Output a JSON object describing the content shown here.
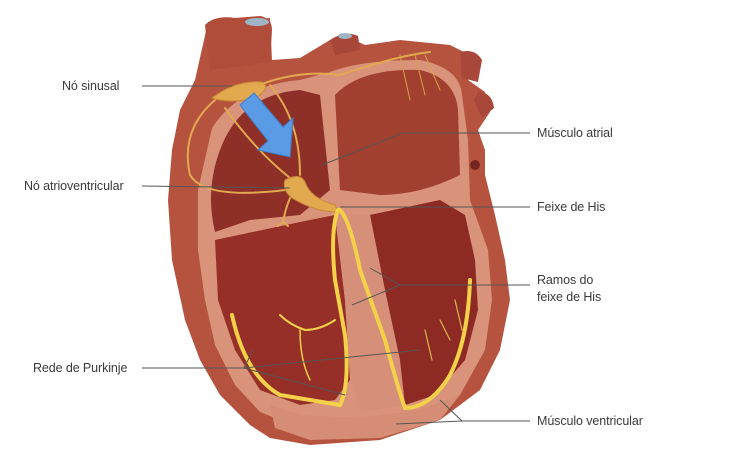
{
  "diagram": {
    "subject": "heart-conduction-system",
    "colors": {
      "background": "#ffffff",
      "heart_outer": "#b5533f",
      "heart_inner_wall": "#d9937a",
      "chamber_dark": "#8e2f28",
      "conduction_yellow": "#f3d24a",
      "node_tan": "#e2a94e",
      "arrow_blue": "#5a9be6",
      "leader_line": "#555555",
      "label_text": "#3a3a3a"
    },
    "labels": {
      "sinus_node": "Nó sinusal",
      "av_node": "Nó atrioventricular",
      "purkinje": "Rede de Purkinje",
      "atrial_muscle": "Músculo atrial",
      "bundle_his": "Feixe de His",
      "bundle_branches_line1": "Ramos do",
      "bundle_branches_line2": "feixe de His",
      "ventricular_muscle": "Músculo ventricular"
    }
  }
}
